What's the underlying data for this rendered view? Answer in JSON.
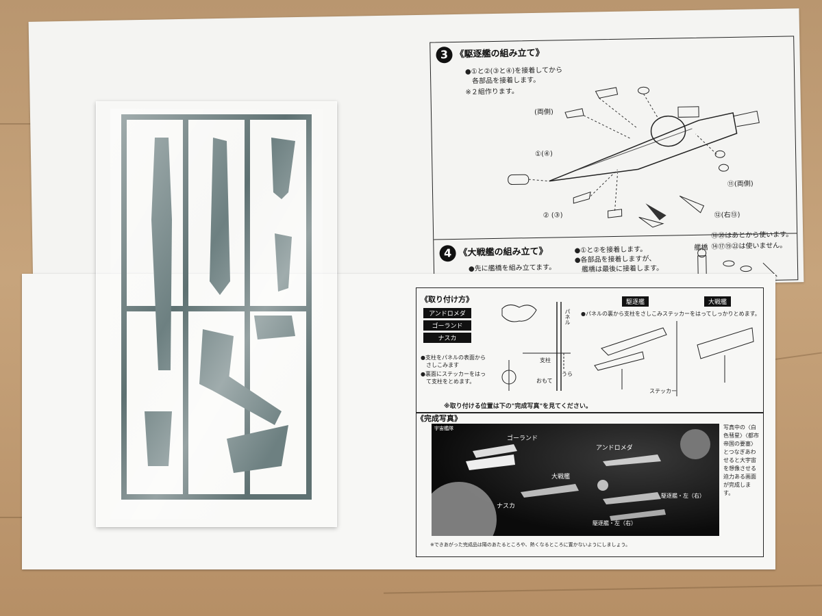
{
  "sheet_back": {
    "step3": {
      "number": "3",
      "title": "《駆逐艦の組み立て》",
      "instruction_1": "●①と②(③と④)を接着してから",
      "instruction_2": "各部品を接着します。",
      "instruction_3": "※２組作ります。",
      "callout_both": "(両側)",
      "callout_1_4": "①(④)",
      "callout_2_3": "②\n(③)",
      "callout_11": "⑪(両側)",
      "callout_12": "⑫(右⑬)",
      "note_later": "⑱⑳はあとから使います。",
      "note_unused": "⑭⑰⑲㉒は使いません。"
    },
    "step4": {
      "number": "4",
      "title": "《大戦艦の組み立て》",
      "instruction_1": "●先に艦橋を組み立てます。",
      "instruction_2": "●①と②を接着します。",
      "instruction_3": "●各部品を接着しますが、",
      "instruction_4": "艦橋は最後に接着します。",
      "label_bridge": "艦橋"
    }
  },
  "sheet_front": {
    "mount": {
      "title": "《取り付け方》",
      "ships": [
        "アンドロメダ",
        "ゴーランド",
        "ナスカ"
      ],
      "step_1": "●支柱をパネルの表面から",
      "step_1b": "さしこみます",
      "step_2": "●裏面にステッカーをはっ",
      "step_2b": "て支柱をとめます。",
      "label_panel": "パネル",
      "label_post": "支柱",
      "label_front": "おもて",
      "label_back": "うら",
      "destroyer_tag": "駆逐艦",
      "battleship_tag": "大戦艦",
      "panel_note": "●パネルの裏から支柱をさしこみステッカーをはってしっかりとめます。",
      "label_sticker": "ステッカー",
      "position_note": "※取り付ける位置は下の\"完成写真\"を見てください。"
    },
    "photo_section": {
      "title": "《完成写真》",
      "labels": {
        "gorland": "ゴーランド",
        "andromeda": "アンドロメダ",
        "battleship": "大戦艦",
        "nasca": "ナスカ",
        "destroyer_left": "駆逐艦・左（右）",
        "destroyer_right": "駆逐艦・左（右）",
        "fleet": "宇宙艦隊"
      },
      "side_note": "写真中の〈白色彗星〉〈都市帝国の要塞〉とつなぎあわせると大宇宙を想像させる迫力ある画面が完成します。",
      "footer": "※できあがった完成品は陽のあたるところや、熱くなるところに置かないようにしましょう。"
    }
  },
  "colors": {
    "wood": "#c7a47c",
    "paper": "#f7f7f5",
    "plastic": "#5e7172",
    "ink": "#111111"
  }
}
